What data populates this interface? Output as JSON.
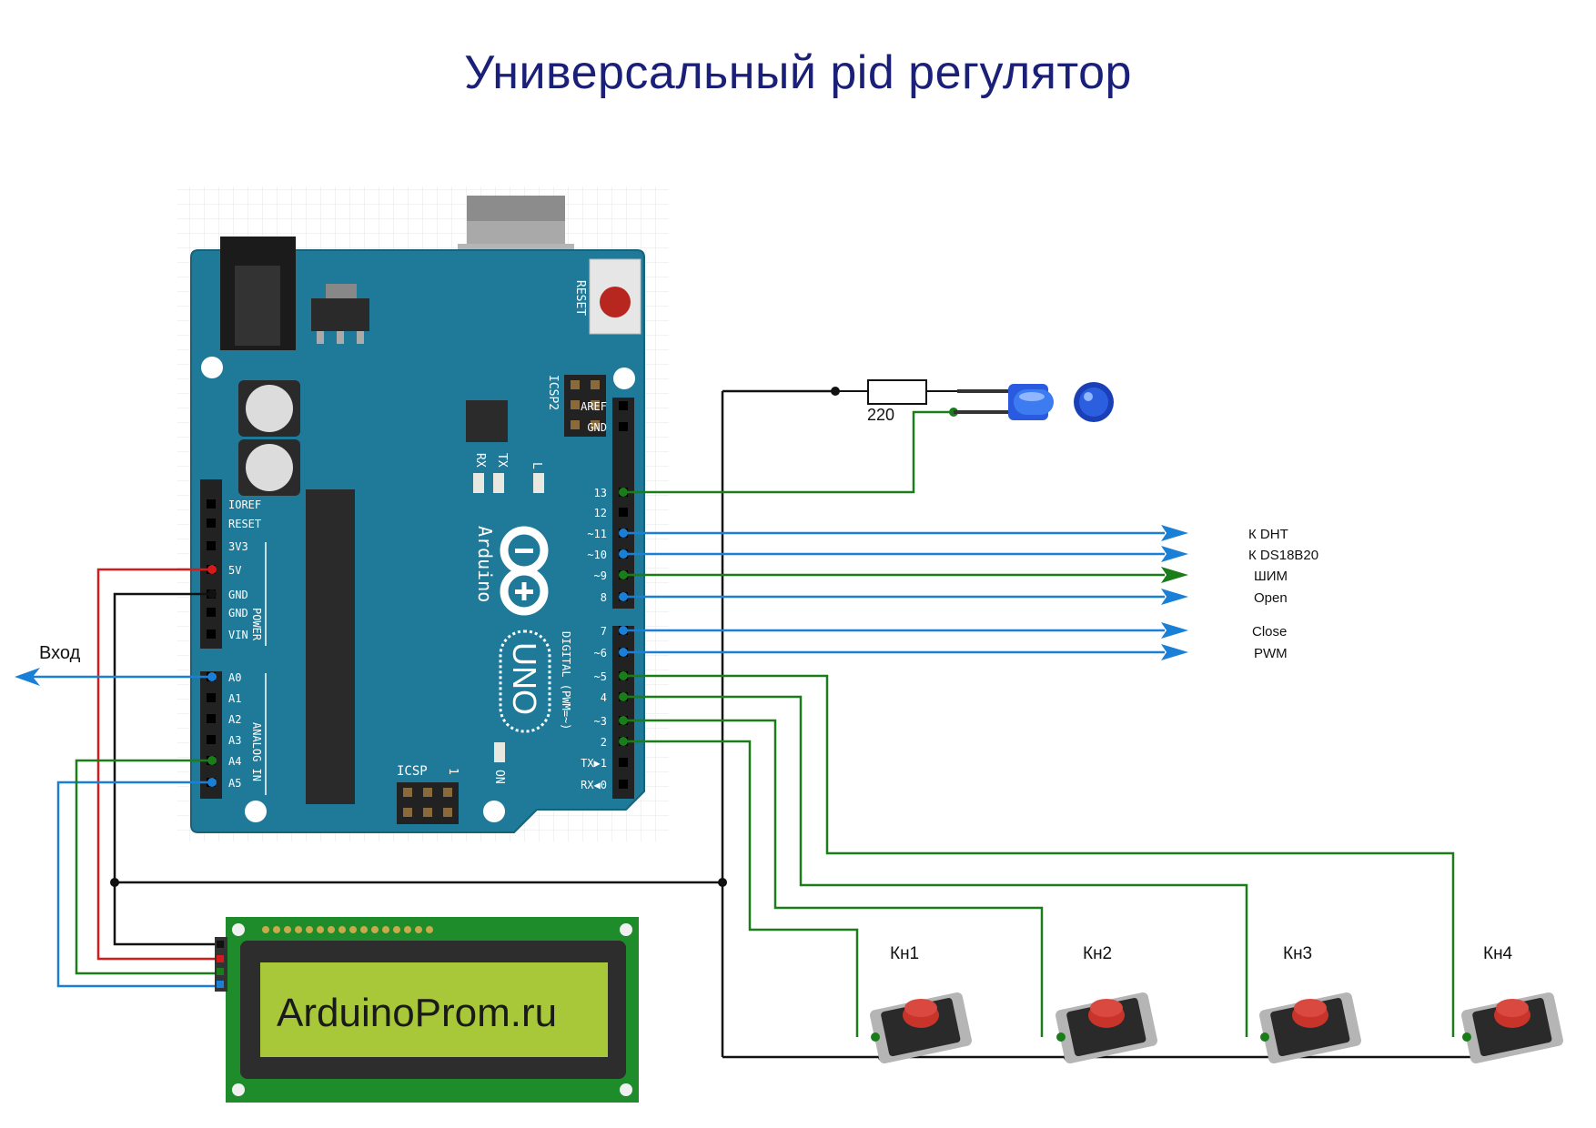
{
  "title": "Универсальный pid регулятор",
  "board": {
    "reset_label": "RESET",
    "icsp2_label": "ICSP2",
    "icsp_label": "ICSP",
    "icsp_pin1_mark": "1",
    "brand_text": "Arduino",
    "model_text": "UNO",
    "on_label": "ON",
    "tx_label": "TX",
    "rx_label": "RX",
    "l_label": "L",
    "power_group_label": "POWER",
    "analog_group_label": "ANALOG IN",
    "digital_group_label": "DIGITAL (PWM=~)",
    "left_pins": [
      "IOREF",
      "RESET",
      "3V3",
      "5V",
      "GND",
      "GND",
      "VIN",
      "A0",
      "A1",
      "A2",
      "A3",
      "A4",
      "A5"
    ],
    "right_pins": [
      "AREF",
      "GND",
      "13",
      "12",
      "~11",
      "~10",
      "~9",
      "8",
      "7",
      "~6",
      "~5",
      "4",
      "~3",
      "2",
      "TX▶1",
      "RX◀0"
    ]
  },
  "resistor_value": "220",
  "input_label": "Вход",
  "outputs": [
    "К DHT",
    "К DS18B20",
    "ШИМ",
    "Open",
    "Close",
    "PWM"
  ],
  "lcd_text": "ArduinoProm.ru",
  "buttons": [
    "Кн1",
    "Кн2",
    "Кн3",
    "Кн4"
  ],
  "colors": {
    "title": "#1a1f78",
    "board": "#1f7a99",
    "wire_blue": "#1a7fd6",
    "wire_green": "#1a7d1a",
    "wire_red": "#d61a1a",
    "wire_black": "#111111",
    "lcd_pcb": "#1e8c2a",
    "lcd_screen": "#a8c83a",
    "button_cap": "#c8342a"
  }
}
